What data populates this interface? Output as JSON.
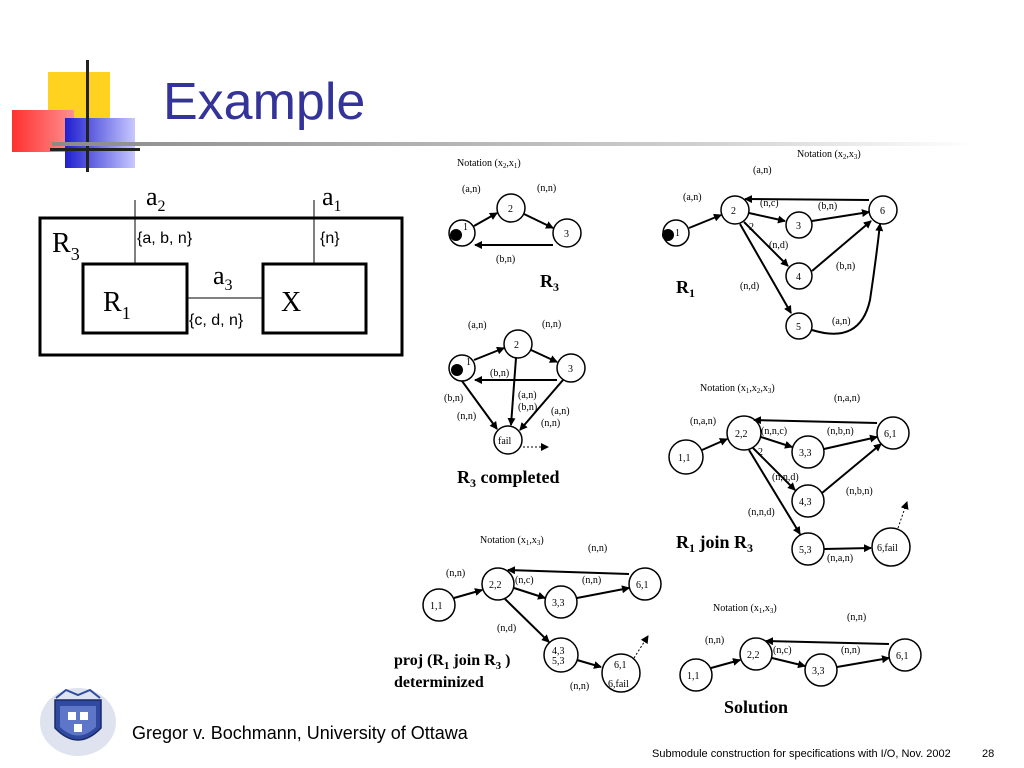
{
  "slide": {
    "title": "Example",
    "footer_name": "Gregor v. Bochmann, University of Ottawa",
    "footer_note": "Submodule construction for specifications with I/O, Nov. 2002",
    "page_number": "28"
  },
  "block_diagram": {
    "outer_label": "R",
    "outer_sub": "3",
    "inner_left_label": "R",
    "inner_left_sub": "1",
    "inner_right_label": "X",
    "port_a2": "a",
    "port_a2_sub": "2",
    "port_a1": "a",
    "port_a1_sub": "1",
    "port_a3": "a",
    "port_a3_sub": "3",
    "set_a2": "{a, b, n}",
    "set_a1": "{n}",
    "set_a3": "{c, d, n}"
  },
  "r3": {
    "notation": "Notation (x2,x1)",
    "caption": "R3",
    "states": [
      "1",
      "2",
      "3"
    ],
    "edges": [
      "(a,n)",
      "(n,n)",
      "(b,n)"
    ]
  },
  "r1": {
    "notation": "Notation (x2,x3)",
    "caption": "R1",
    "states": [
      "1",
      "2",
      "3",
      "4",
      "5",
      "6"
    ],
    "edges": [
      "(a,n)",
      "(a,n)",
      "(n,c)",
      "(b,n)",
      "(n,d)",
      "(b,n)",
      "(n,d)",
      "(a,n)",
      "2"
    ]
  },
  "r3_completed": {
    "caption": "R3 completed",
    "states": [
      "1",
      "2",
      "3",
      "fail"
    ],
    "edges": [
      "(a,n)",
      "(n,n)",
      "(b,n)",
      "(b,n)",
      "(n,n)",
      "(a,n)",
      "(b,n)",
      "(a,n)",
      "(n,n)"
    ]
  },
  "r1_join_r3": {
    "notation": "Notation (x1,x2,x3)",
    "caption": "R1 join R3",
    "states": [
      "1,1",
      "2,2",
      "3,3",
      "4,3",
      "5,3",
      "6,1",
      "6,fail"
    ],
    "edges": [
      "(n,a,n)",
      "(n,a,n)",
      "(n,n,c)",
      "(n,b,n)",
      "(n,n,d)",
      "(n,b,n)",
      "(n,n,d)",
      "(n,a,n)",
      "2"
    ]
  },
  "proj": {
    "notation": "Notation (x1,x3)",
    "caption_line1": "proj (R1 join R3 )",
    "caption_line2": "determinized",
    "states": [
      "1,1",
      "2,2",
      "3,3",
      "4,3",
      "5,3",
      "6,1",
      "6,fail"
    ],
    "edges": [
      "(n,n)",
      "(n,n)",
      "(n,c)",
      "(n,n)",
      "(n,d)",
      "(n,n)"
    ]
  },
  "solution": {
    "notation": "Notation (x1,x3)",
    "caption": "Solution",
    "states": [
      "1,1",
      "2,2",
      "3,3",
      "6,1"
    ],
    "edges": [
      "(n,n)",
      "(n,n)",
      "(n,c)",
      "(n,n)"
    ]
  },
  "colors": {
    "title": "#333399",
    "logo_yellow": "#ffd21f",
    "logo_red": "#ff4040",
    "logo_blue": "#2a2ad0"
  }
}
